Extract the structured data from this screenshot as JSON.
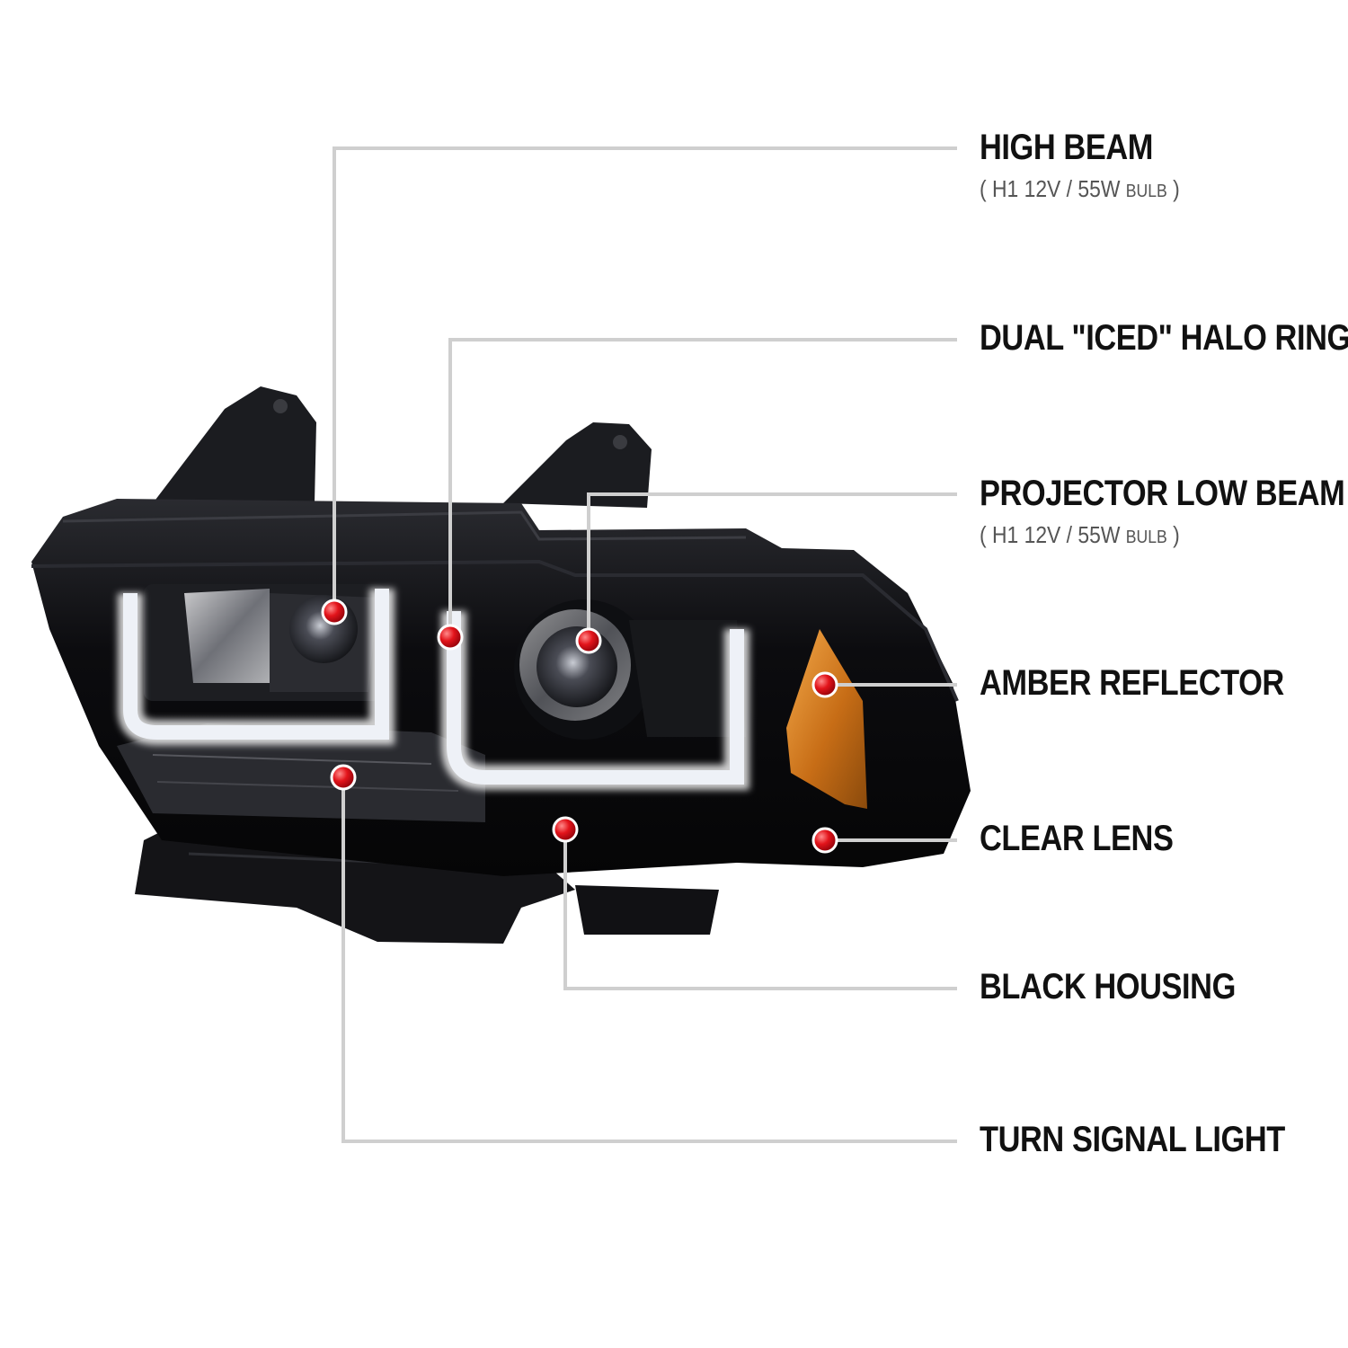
{
  "callouts": {
    "high_beam": {
      "title": "HIGH BEAM",
      "open": "(",
      "spec": "H1  12V / 55W",
      "bulb": "BULB",
      "close": ")"
    },
    "halo_rings": {
      "title": "DUAL \"ICED\" HALO RINGS"
    },
    "projector_low_beam": {
      "title": "PROJECTOR LOW BEAM",
      "open": "(",
      "spec": "H1  12V / 55W",
      "bulb": "BULB",
      "close": ")"
    },
    "amber_reflector": {
      "title": "AMBER REFLECTOR"
    },
    "clear_lens": {
      "title": "CLEAR LENS"
    },
    "black_housing": {
      "title": "BLACK HOUSING"
    },
    "turn_signal": {
      "title": "TURN SIGNAL LIGHT"
    }
  },
  "colors": {
    "leader_line": "#cfcfcf",
    "marker_dot": "#e3141b",
    "housing": "#0d0d10",
    "halo_glow": "#eef1f7",
    "amber": "#d9821e"
  }
}
